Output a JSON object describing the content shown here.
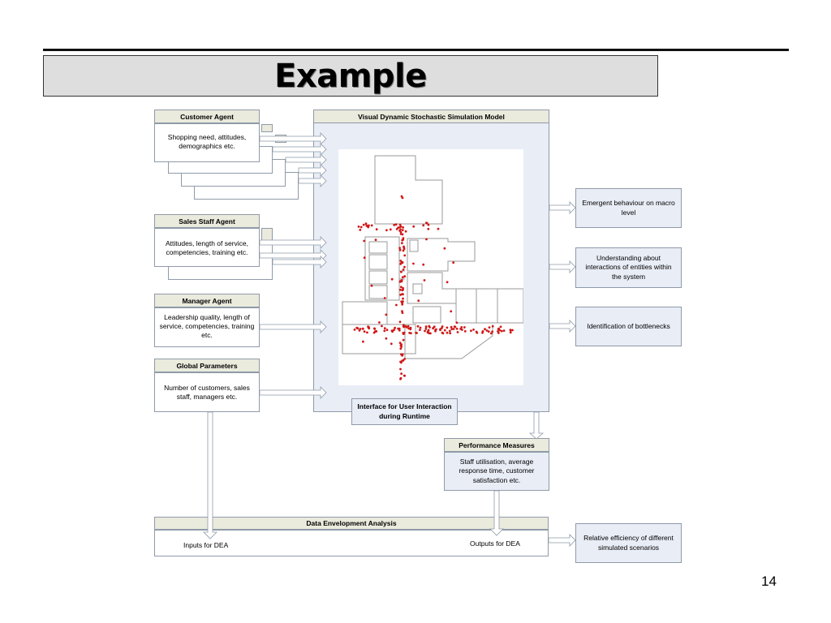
{
  "slide": {
    "title": "Example",
    "page_number": "14"
  },
  "agents": {
    "customer": {
      "header": "Customer Agent",
      "text": "Shopping need, attitudes, demographics etc."
    },
    "sales": {
      "header": "Sales Staff Agent",
      "text": "Attitudes, length of service, competencies, training etc."
    },
    "manager": {
      "header": "Manager Agent",
      "text": "Leadership quality, length of service, competencies, training etc."
    },
    "global": {
      "header": "Global Parameters",
      "text": "Number of customers, sales staff, managers etc."
    }
  },
  "model": {
    "header": "Visual Dynamic Stochastic Simulation Model",
    "interface": "Interface for User Interaction during Runtime"
  },
  "outputs": {
    "emergent": "Emergent behaviour on macro level",
    "understanding": "Understanding about interactions of entities within the system",
    "bottlenecks": "Identification of bottlenecks"
  },
  "performance": {
    "header": "Performance Measures",
    "text": "Staff utilisation, average response time, customer satisfaction etc."
  },
  "dea": {
    "header": "Data Envelopment Analysis",
    "inputs": "Inputs for DEA",
    "outputs": "Outputs for DEA",
    "result": "Relative efficiency of different simulated scenarios"
  },
  "colors": {
    "header_fill": "#eaeadd",
    "panel_fill": "#e9edf6",
    "border": "#8f9aa8",
    "agent_dot": "#d01818"
  }
}
